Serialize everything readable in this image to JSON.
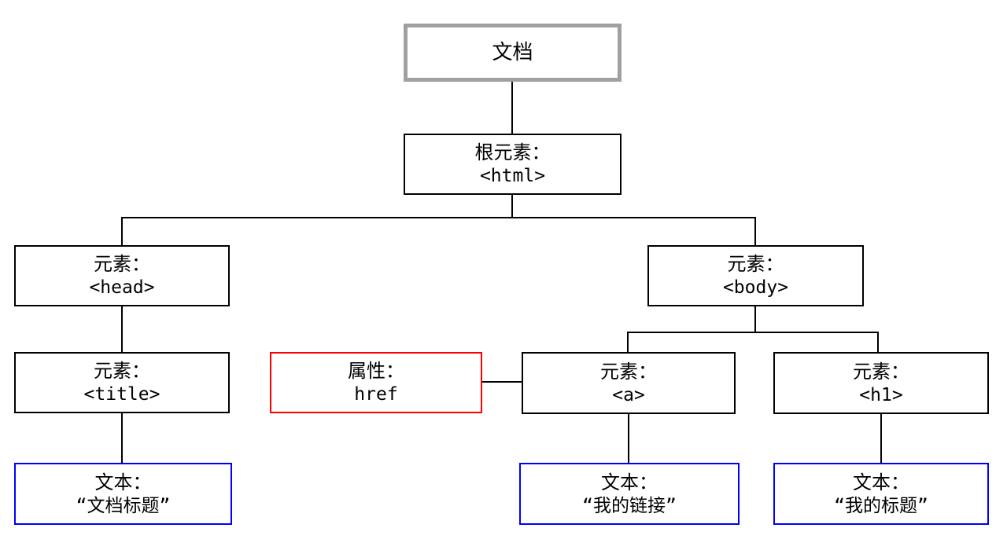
{
  "diagram": {
    "nodes": {
      "document": {
        "label": "文档"
      },
      "html": {
        "line1": "根元素：",
        "line2": "<html>"
      },
      "head": {
        "line1": "元素：",
        "line2": "<head>"
      },
      "body": {
        "line1": "元素：",
        "line2": "<body>"
      },
      "title": {
        "line1": "元素：",
        "line2": "<title>"
      },
      "href_attr": {
        "line1": "属性：",
        "line2": "href"
      },
      "anchor": {
        "line1": "元素：",
        "line2": "<a>"
      },
      "h1": {
        "line1": "元素：",
        "line2": "<h1>"
      },
      "text_title": {
        "line1": "文本：",
        "line2": "“文档标题”"
      },
      "text_anchor": {
        "line1": "文本：",
        "line2": "“我的链接”"
      },
      "text_h1": {
        "line1": "文本：",
        "line2": "“我的标题”"
      }
    },
    "colors": {
      "background": "#ffffff",
      "document_border": "#a0a0a0",
      "element_border": "#000000",
      "attribute_border": "#ff0000",
      "text_border": "#0000ff",
      "connector": "#000000"
    }
  }
}
